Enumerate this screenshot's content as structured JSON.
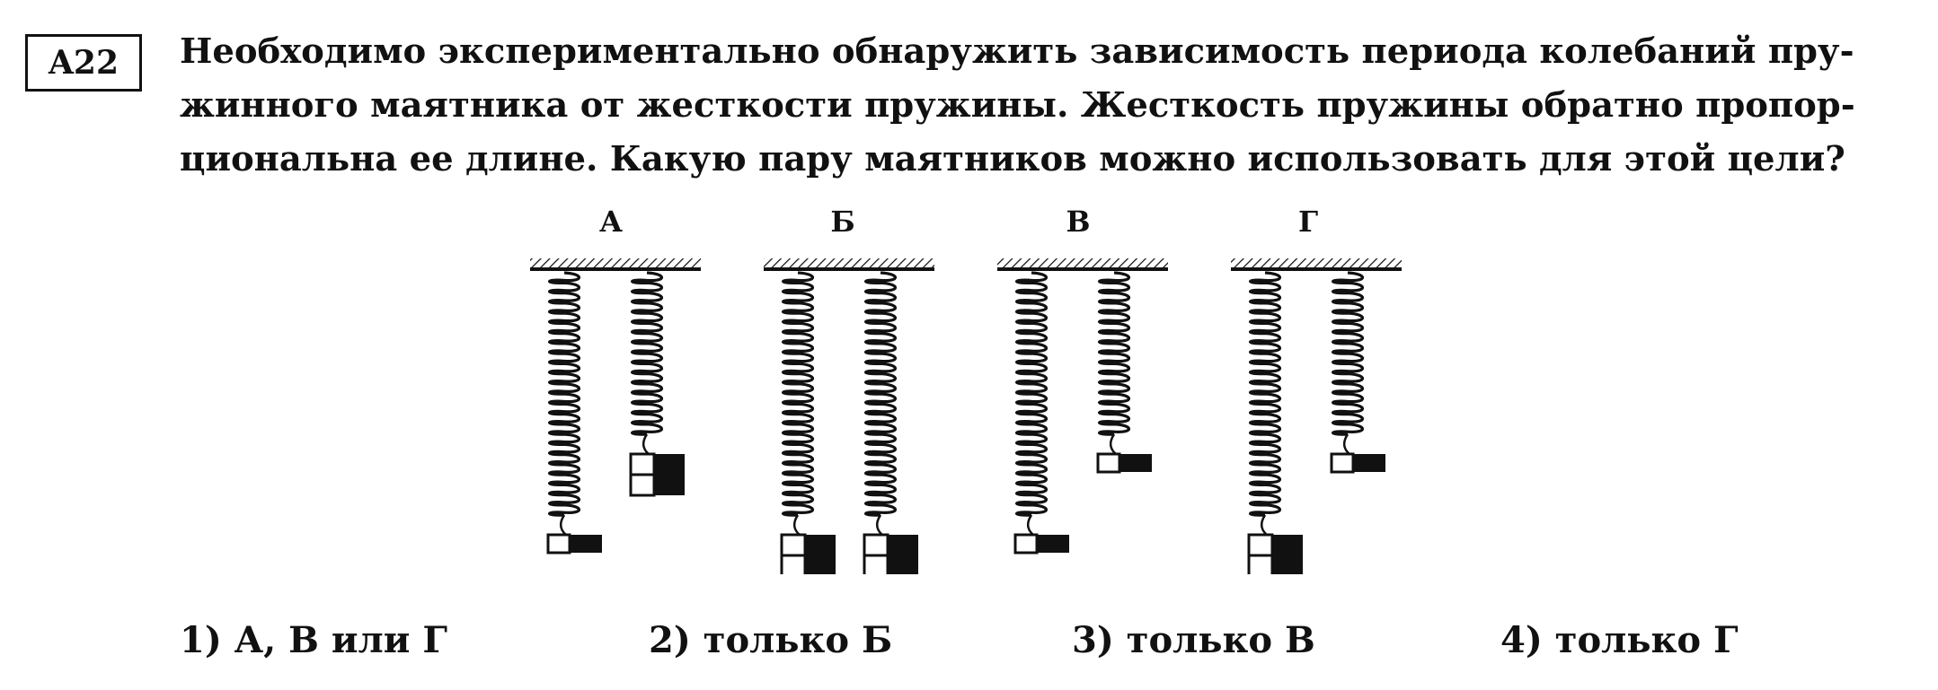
{
  "question": {
    "number": "A22",
    "lines": [
      "Необходимо экспериментально обнаружить зависимость периода колебаний пру-",
      "жинного маятника от жесткости пружины. Жесткость пружины обратно пропор-",
      "циональна ее длине. Какую пару маятников можно использовать для этой цели?"
    ]
  },
  "figure": {
    "panels": [
      {
        "label": "А",
        "springs": [
          {
            "length": "long",
            "mass": "small"
          },
          {
            "length": "short",
            "mass": "large"
          }
        ]
      },
      {
        "label": "Б",
        "springs": [
          {
            "length": "long",
            "mass": "large"
          },
          {
            "length": "long",
            "mass": "large"
          }
        ]
      },
      {
        "label": "В",
        "springs": [
          {
            "length": "long",
            "mass": "small"
          },
          {
            "length": "short",
            "mass": "small"
          }
        ]
      },
      {
        "label": "Г",
        "springs": [
          {
            "length": "long",
            "mass": "large"
          },
          {
            "length": "short",
            "mass": "small"
          }
        ]
      }
    ]
  },
  "answers": [
    "1) А, В или Г",
    "2) только Б",
    "3) только В",
    "4) только Г"
  ]
}
